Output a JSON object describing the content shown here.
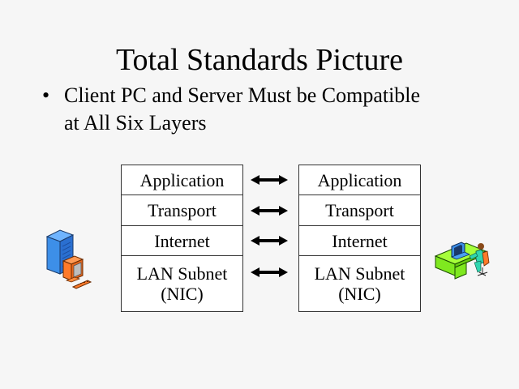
{
  "slide": {
    "title": "Total Standards Picture",
    "bullet_symbol": "•",
    "bullet_lines": [
      "Client PC and Server Must be Compatible",
      "at All Six Layers"
    ]
  },
  "diagram": {
    "left_stack": {
      "layers": [
        "Application",
        "Transport",
        "Internet",
        "LAN Subnet",
        "(NIC)"
      ]
    },
    "right_stack": {
      "layers": [
        "Application",
        "Transport",
        "Internet",
        "LAN Subnet",
        "(NIC)"
      ]
    },
    "arrows": [
      "bidirectional-arrow",
      "bidirectional-arrow",
      "bidirectional-arrow",
      "bidirectional-arrow"
    ],
    "left_icon": "server-computer-icon",
    "right_icon": "user-at-desk-icon"
  },
  "colors": {
    "background": "#f6f6f6",
    "server_blue": "#3d8fe8",
    "monitor_orange": "#ff7a2a",
    "desk_green": "#7fe81f"
  }
}
